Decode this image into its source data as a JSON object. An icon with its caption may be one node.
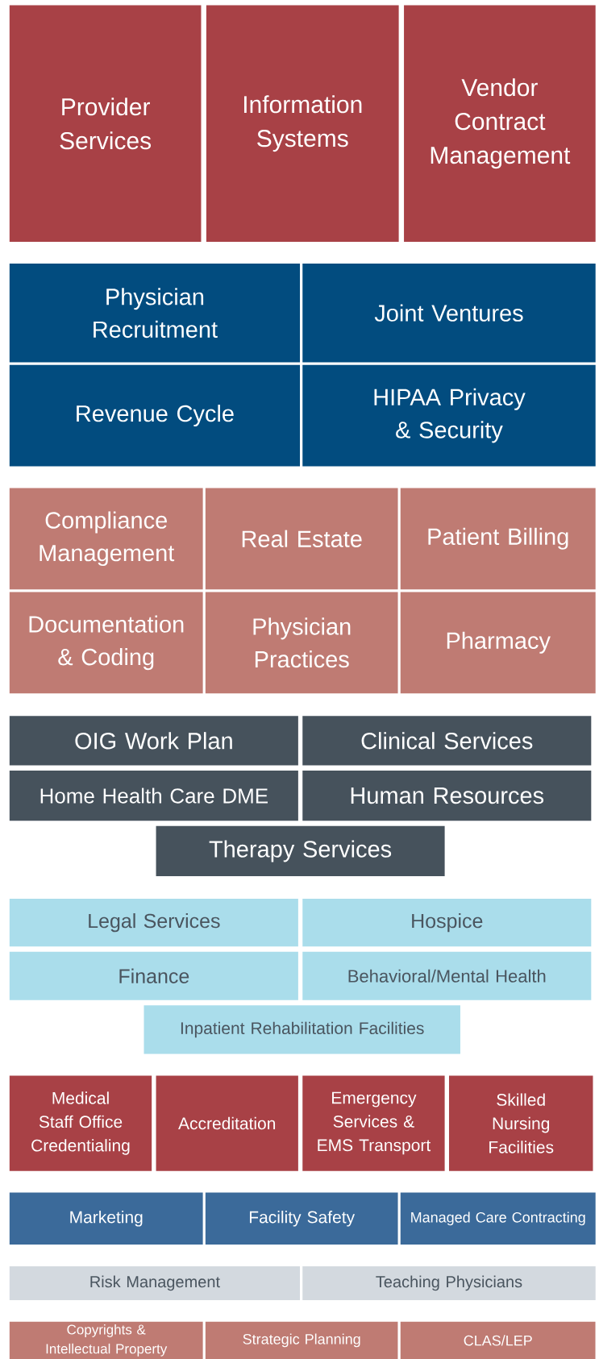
{
  "diagram": {
    "nodes": [
      {
        "text": [
          "Provider Services"
        ]
      },
      {
        "text": [
          "Information Systems"
        ]
      },
      {
        "text": [
          "Vendor Contract Management"
        ]
      },
      {
        "text": [
          "Physician Recruitment"
        ]
      },
      {
        "text": [
          "Joint Ventures"
        ]
      },
      {
        "text": [
          "Revenue Cycle"
        ]
      },
      {
        "text": [
          "HIPAA Privacy & Security"
        ]
      },
      {
        "text": [
          "Compliance Management"
        ]
      },
      {
        "text": [
          "Real Estate"
        ]
      },
      {
        "text": [
          "Patient Billing"
        ]
      },
      {
        "text": [
          "Documentation & Coding"
        ]
      },
      {
        "text": [
          "Physician Practices"
        ]
      },
      {
        "text": [
          "Pharmacy"
        ]
      },
      {
        "text": [
          "OIG Work Plan"
        ]
      },
      {
        "text": [
          "Clinical Services"
        ]
      },
      {
        "text": [
          "Home Health Care DME"
        ]
      },
      {
        "text": [
          "Human Resources"
        ]
      },
      {
        "text": [
          "Therapy Services"
        ]
      },
      {
        "text": [
          "Legal Services"
        ]
      },
      {
        "text": [
          "Hospice"
        ]
      },
      {
        "text": [
          "Finance"
        ]
      },
      {
        "text": [
          "Behavioral/Mental Health"
        ]
      },
      {
        "text": [
          "Inpatient Rehabilitation Facilities"
        ]
      },
      {
        "text": [
          "Medical Staff Office Credentialing"
        ]
      },
      {
        "text": [
          "Accreditation"
        ]
      },
      {
        "text": [
          "Emergency Services & EMS Transport"
        ]
      },
      {
        "text": [
          "Skilled Nursing Facilities"
        ]
      },
      {
        "text": [
          "Marketing"
        ]
      },
      {
        "text": [
          "Facility Safety"
        ]
      },
      {
        "text": [
          "Managed Care Contracting"
        ]
      },
      {
        "text": [
          "Risk Management"
        ]
      },
      {
        "text": [
          "Teaching Physicians"
        ]
      },
      {
        "text": [
          "Copyrights & Intellectual Property"
        ]
      },
      {
        "text": [
          "Strategic Planning"
        ]
      },
      {
        "text": [
          "CLAS/LEP"
        ]
      }
    ]
  }
}
